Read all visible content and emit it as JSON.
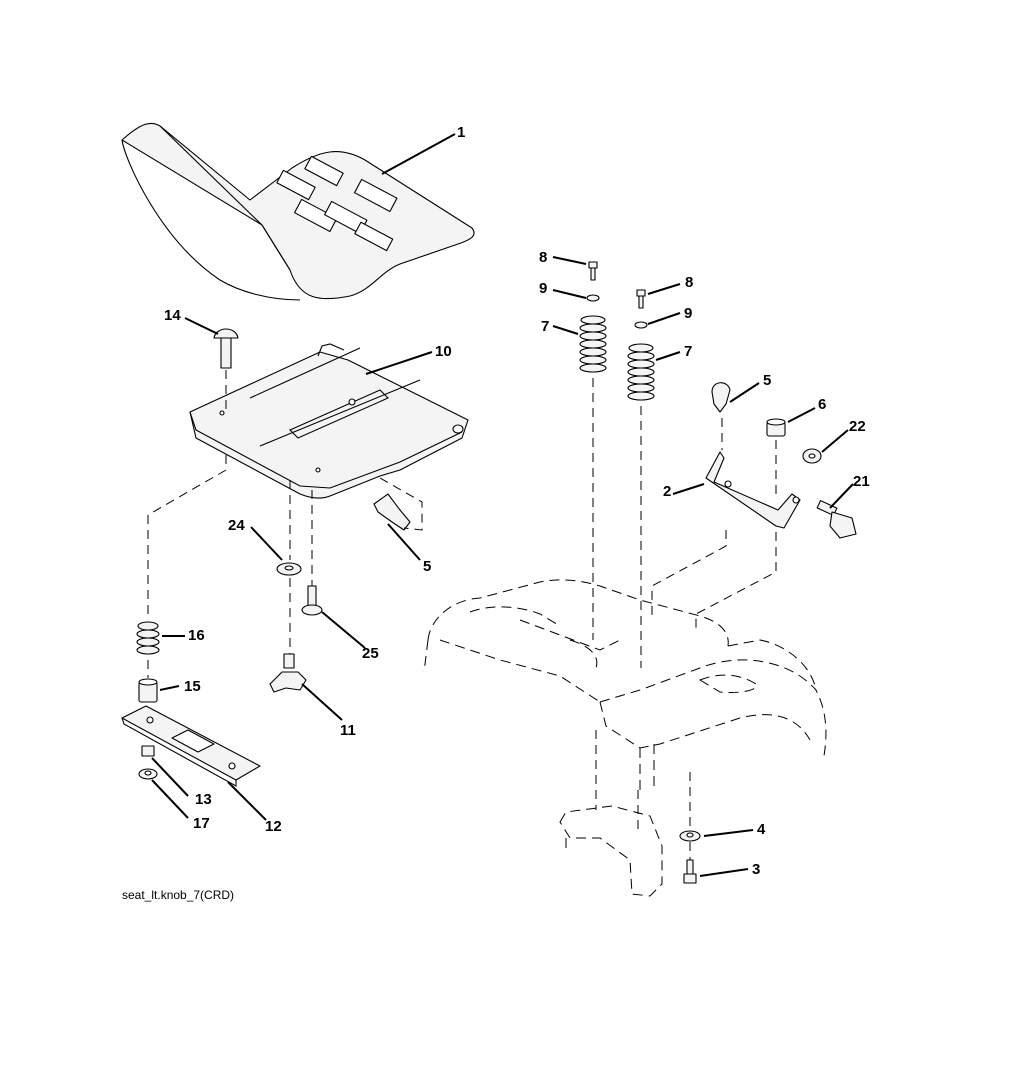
{
  "caption": "seat_lt.knob_7(CRD)",
  "callouts": {
    "seat": "1",
    "bracket_right": "2",
    "bolt_frame": "3",
    "washer_frame": "4",
    "clip_right": "5",
    "clip_pan": "5",
    "spacer_right": "6",
    "spring_left": "7",
    "spring_right": "7",
    "bolt_left": "8",
    "bolt_right": "8",
    "washer_left": "9",
    "washer_right": "9",
    "seat_pan": "10",
    "knob": "11",
    "slide_plate": "12",
    "nut_13": "13",
    "carriage_bolt": "14",
    "spacer_15": "15",
    "spring_16": "16",
    "washer_17": "17",
    "shoulder_bolt": "21",
    "nut_22": "22",
    "washer_24": "24",
    "screw_25": "25"
  }
}
